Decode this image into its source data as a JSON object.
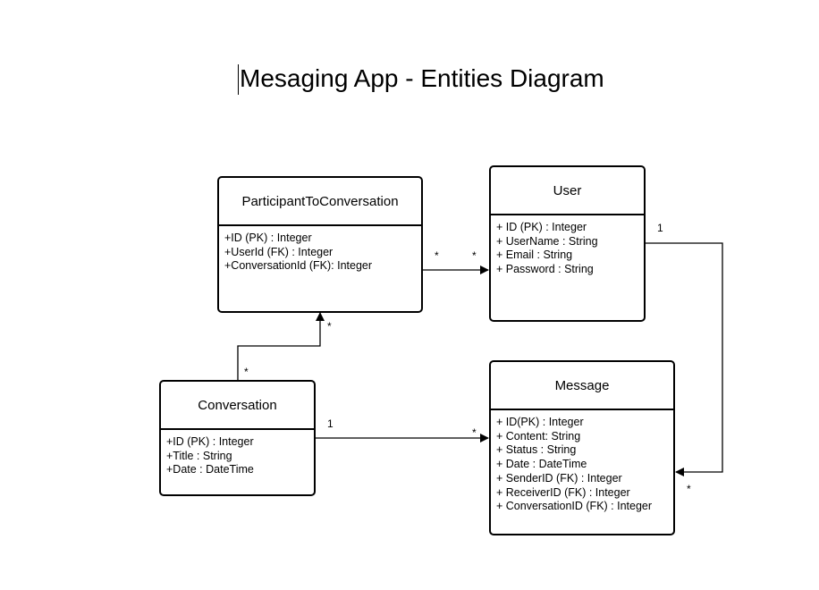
{
  "diagram": {
    "title": "Mesaging App - Entities Diagram",
    "entities": {
      "participant": {
        "name": "ParticipantToConversation",
        "fields": [
          "+ID (PK) : Integer",
          "+UserId (FK) : Integer",
          "+ConversationId (FK): Integer"
        ]
      },
      "user": {
        "name": "User",
        "fields": [
          "+ ID (PK) : Integer",
          "+ UserName : String",
          "+ Email : String",
          "+ Password : String"
        ]
      },
      "conversation": {
        "name": "Conversation",
        "fields": [
          "+ID (PK) : Integer",
          "+Title : String",
          "+Date : DateTime"
        ]
      },
      "message": {
        "name": "Message",
        "fields": [
          "+ ID(PK) : Integer",
          "+ Content: String",
          "+ Status : String",
          "+ Date : DateTime",
          "+ SenderID (FK) : Integer",
          "+ ReceiverID (FK) : Integer",
          "+ ConversationID (FK) : Integer"
        ]
      }
    },
    "relationships": [
      {
        "from": "participant",
        "to": "user",
        "from_multiplicity": "*",
        "to_multiplicity": "*"
      },
      {
        "from": "user",
        "to": "message",
        "from_multiplicity": "1",
        "to_multiplicity": "*"
      },
      {
        "from": "conversation",
        "to": "participant",
        "from_multiplicity": "*",
        "to_multiplicity": "*"
      },
      {
        "from": "conversation",
        "to": "message",
        "from_multiplicity": "1",
        "to_multiplicity": "*"
      }
    ]
  }
}
